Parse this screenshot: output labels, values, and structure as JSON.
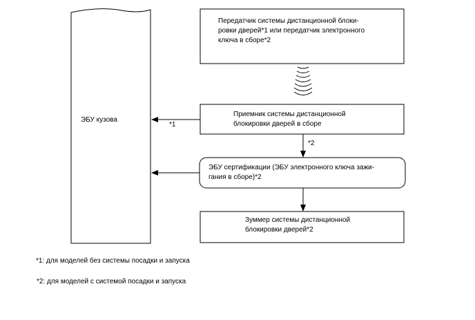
{
  "blocks": {
    "body_ecu": "ЭБУ кузова",
    "transmitter": "Передатчик системы дистанционной блоки-\nровки дверей*1 или передатчик электронного\nключа в сборе*2",
    "receiver": "Приемник системы дистанционной\nблокировки дверей в сборе",
    "certification_ecu": "ЭБУ сертификации (ЭБУ электронного ключа зажи-\nгания в сборе)*2",
    "buzzer": "Зуммер системы дистанционной\nблокировки дверей*2"
  },
  "labels": {
    "receiver_to_body": "*1",
    "receiver_to_cert": "*2"
  },
  "notes": [
    "*1: для моделей без системы посадки и запуска",
    "*2: для моделей с системой посадки и запуска"
  ]
}
